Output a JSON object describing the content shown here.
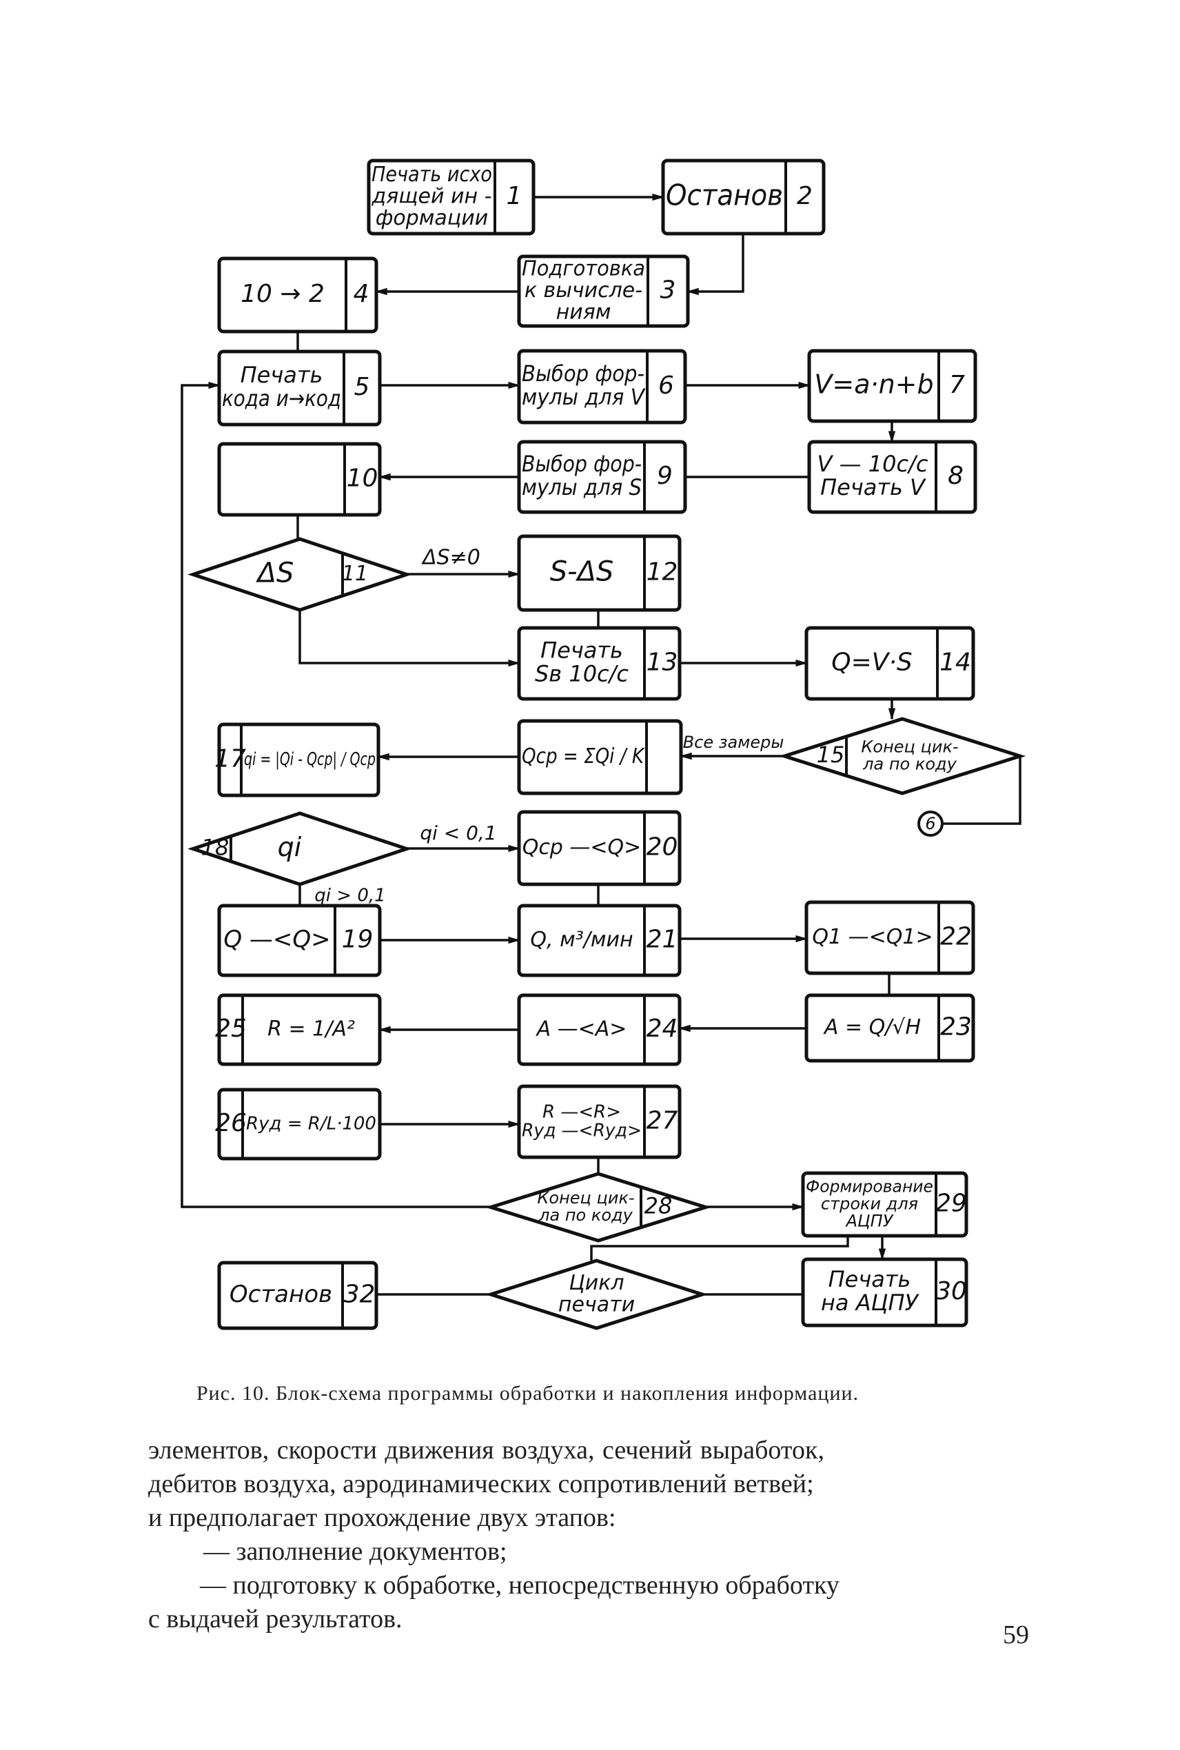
{
  "figure": {
    "blocks": [
      {
        "id": "b1",
        "num": "1",
        "lines": [
          "Печать исхо",
          "дящей ин -",
          "формации"
        ]
      },
      {
        "id": "b2",
        "num": "2",
        "lines": [
          "Останов"
        ]
      },
      {
        "id": "b3",
        "num": "3",
        "lines": [
          "Подготовка",
          "к вычисле-",
          "ниям"
        ]
      },
      {
        "id": "b4",
        "num": "4",
        "lines": [
          "10 → 2"
        ]
      },
      {
        "id": "b5",
        "num": "5",
        "lines": [
          "Печать",
          "кода и→код"
        ]
      },
      {
        "id": "b6",
        "num": "6",
        "lines": [
          "Выбор фор-",
          "мулы для V"
        ]
      },
      {
        "id": "b7",
        "num": "7",
        "lines": [
          "V=a·n+b"
        ]
      },
      {
        "id": "b8",
        "num": "8",
        "lines": [
          "V — 10c/c",
          "Печать V"
        ]
      },
      {
        "id": "b9",
        "num": "9",
        "lines": [
          "Выбор фор-",
          "мулы для S"
        ]
      },
      {
        "id": "b10",
        "num": "10",
        "lines": [
          ""
        ]
      },
      {
        "id": "d11",
        "num": "11",
        "lines": [
          "ΔS"
        ]
      },
      {
        "id": "b12",
        "num": "12",
        "lines": [
          "S-ΔS"
        ]
      },
      {
        "id": "b13",
        "num": "13",
        "lines": [
          "Печать",
          "Sв 10c/c"
        ]
      },
      {
        "id": "b14",
        "num": "14",
        "lines": [
          "Q=V·S"
        ]
      },
      {
        "id": "d15",
        "num": "15",
        "lines": [
          "Конец цик-",
          "ла по коду"
        ]
      },
      {
        "id": "b16",
        "num": "",
        "lines": [
          "Qср = ΣQi / K"
        ]
      },
      {
        "id": "b17",
        "num": "17",
        "lines": [
          "qi = |Qi - Qср| / Qср"
        ]
      },
      {
        "id": "d18",
        "num": "18",
        "lines": [
          "qi"
        ]
      },
      {
        "id": "b19",
        "num": "19",
        "lines": [
          "Q —<Q>"
        ]
      },
      {
        "id": "b20",
        "num": "20",
        "lines": [
          "Qср —<Q>"
        ]
      },
      {
        "id": "b21",
        "num": "21",
        "lines": [
          "Q, м³/мин"
        ]
      },
      {
        "id": "b22",
        "num": "22",
        "lines": [
          "Q1 —<Q1>"
        ]
      },
      {
        "id": "b23",
        "num": "23",
        "lines": [
          "A = Q/√H"
        ]
      },
      {
        "id": "b24",
        "num": "24",
        "lines": [
          "A —<A>"
        ]
      },
      {
        "id": "b25",
        "num": "25",
        "lines": [
          "R = 1/A²"
        ]
      },
      {
        "id": "b26",
        "num": "26",
        "lines": [
          "Rуд = R/L·100"
        ]
      },
      {
        "id": "b27",
        "num": "27",
        "lines": [
          "R —<R>",
          "Rуд —<Rуд>"
        ]
      },
      {
        "id": "d28",
        "num": "28",
        "lines": [
          "Конец цик-",
          "ла по коду"
        ]
      },
      {
        "id": "b29",
        "num": "29",
        "lines": [
          "Формирование",
          "строки для",
          "АЦПУ"
        ]
      },
      {
        "id": "b30",
        "num": "30",
        "lines": [
          "Печать",
          "на АЦПУ"
        ]
      },
      {
        "id": "d31",
        "num": "",
        "lines": [
          "Цикл",
          "печати"
        ]
      },
      {
        "id": "b32",
        "num": "32",
        "lines": [
          "Останов"
        ]
      }
    ],
    "edge_labels": {
      "ds_nonzero": "ΔS≠0",
      "all_measurements": "Все замеры",
      "qi_less": "qi < 0,1",
      "qi_greater": "qi > 0,1"
    },
    "connector": "6"
  },
  "caption": "Рис. 10. Блок-схема программы обработки и накопления информации.",
  "body": {
    "lines": [
      "элементов, скорости движения воздуха,    сечений выработок,",
      "дебитов воздуха, аэродинамических сопротивлений ветвей;",
      "и предполагает прохождение двух этапов:"
    ],
    "items": [
      "— заполнение документов;",
      "— подготовку к обработке, непосредственную обработку"
    ],
    "tail": "с выдачей результатов."
  },
  "page_number": "59"
}
